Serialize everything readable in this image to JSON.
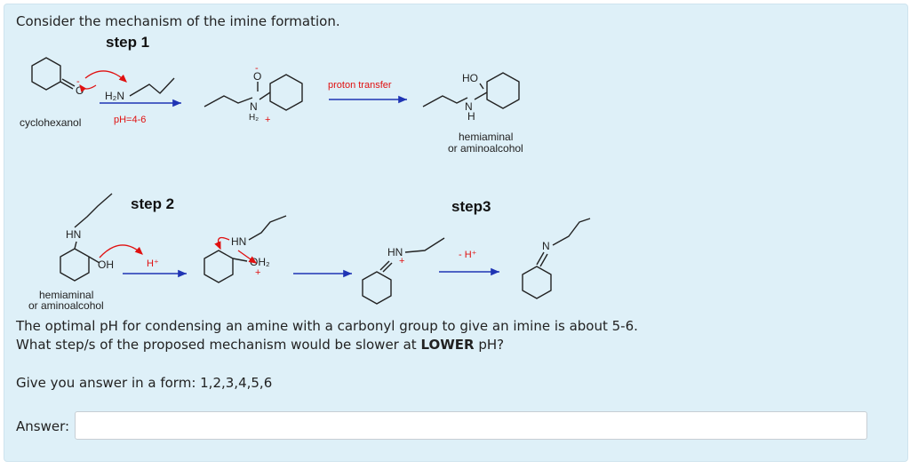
{
  "question": {
    "intro": "Consider the mechanism of the imine formation.",
    "para1": "The optimal pH for condensing an amine with a carbonyl group to give an imine is about 5-6.",
    "para2_prefix": "What step/s of the proposed mechanism would be slower at ",
    "para2_bold": "LOWER",
    "para2_suffix": " pH?",
    "para3": "Give you answer in a form: 1,2,3,4,5,6",
    "answer_label": "Answer:",
    "answer_value": ""
  },
  "scheme": {
    "step1": "step 1",
    "step2": "step 2",
    "step3": "step3",
    "cyclohexanol": "cyclohexanol",
    "ph": "pH=4-6",
    "proton_transfer": "proton transfer",
    "hemiaminal": "hemiaminal",
    "aminoalcohol": "or aminoalcohol",
    "hemiaminal2": "hemiaminal",
    "aminoalcohol2": "or aminoalcohol",
    "atoms": {
      "o": "O",
      "h2n": "H₂N",
      "n": "N",
      "h2": "H₂",
      "ho": "HO",
      "h": "H",
      "hn": "HN",
      "oh": "OH",
      "hplus": "H⁺",
      "oh2": "OH₂",
      "plus": "+",
      "minus_hplus": "- H⁺",
      "minus": "-"
    }
  },
  "colors": {
    "panel": "#def0f8",
    "arrow": "#1f34b4",
    "red": "#e01010",
    "ph": "#e01010"
  }
}
